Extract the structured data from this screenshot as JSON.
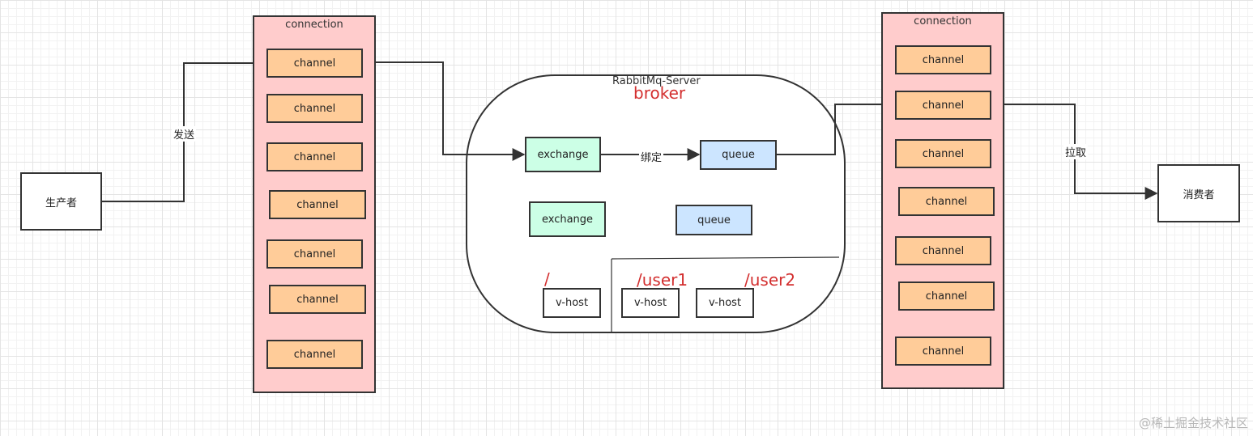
{
  "producer": {
    "label": "生产者"
  },
  "consumer": {
    "label": "消费者"
  },
  "left_connection": {
    "title": "connection",
    "channels": [
      "channel",
      "channel",
      "channel",
      "channel",
      "channel",
      "channel",
      "channel"
    ]
  },
  "right_connection": {
    "title": "connection",
    "channels": [
      "channel",
      "channel",
      "channel",
      "channel",
      "channel",
      "channel",
      "channel"
    ]
  },
  "edges": {
    "send": "发送",
    "bind": "绑定",
    "pull": "拉取"
  },
  "broker": {
    "server_label": "RabbitMq-Server",
    "title": "broker",
    "exchange_1": "exchange",
    "queue_1": "queue",
    "exchange_2": "exchange",
    "queue_2": "queue",
    "vhost_root_label": "/",
    "vhost_user1_label": "/user1",
    "vhost_user2_label": "/user2",
    "vhost_1": "v-host",
    "vhost_2": "v-host",
    "vhost_3": "v-host"
  },
  "watermark": "@稀土掘金技术社区",
  "colors": {
    "connection_fill": "#ffcccc",
    "channel_fill": "#ffcc99",
    "exchange_fill": "#ccffe6",
    "queue_fill": "#cce5ff",
    "highlight_red": "#d32f2f"
  }
}
